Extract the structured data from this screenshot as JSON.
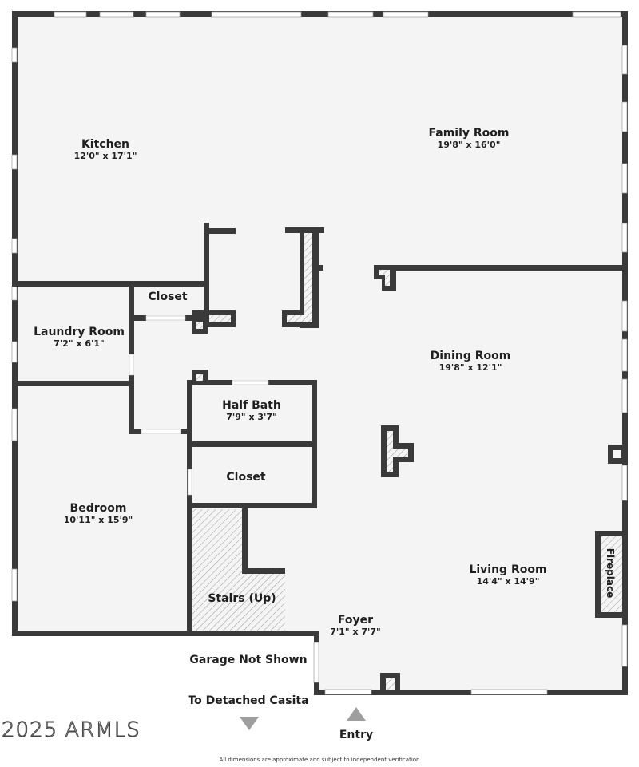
{
  "floorplan": {
    "colors": {
      "wall": "#3a3a3a",
      "floor": "#f4f4f4",
      "window": "#ffffff",
      "arrow": "#9e9e9e",
      "text": "#1f1f1f"
    },
    "rooms": [
      {
        "name": "Kitchen",
        "dimensions": "12'0\" x 17'1\""
      },
      {
        "name": "Family Room",
        "dimensions": "19'8\" x 16'0\""
      },
      {
        "name": "Closet",
        "dimensions": ""
      },
      {
        "name": "Laundry Room",
        "dimensions": "7'2\" x 6'1\""
      },
      {
        "name": "Dining Room",
        "dimensions": "19'8\" x 12'1\""
      },
      {
        "name": "Half Bath",
        "dimensions": "7'9\" x 3'7\""
      },
      {
        "name": "Closet",
        "dimensions": ""
      },
      {
        "name": "Bedroom",
        "dimensions": "10'11\" x 15'9\""
      },
      {
        "name": "Stairs (Up)",
        "dimensions": ""
      },
      {
        "name": "Foyer",
        "dimensions": "7'1\" x 7'7\""
      },
      {
        "name": "Living Room",
        "dimensions": "14'4\" x 14'9\""
      }
    ],
    "fireplace_label": "Fireplace",
    "notes": {
      "garage": "Garage Not Shown",
      "casita": "To Detached Casita",
      "entry": "Entry"
    },
    "icons": {
      "casita_arrow": "arrow-down-icon",
      "entry_arrow": "arrow-up-icon"
    },
    "watermark": "2025 ARMLS",
    "disclaimer": "All dimensions are approximate and subject to independent verification"
  }
}
